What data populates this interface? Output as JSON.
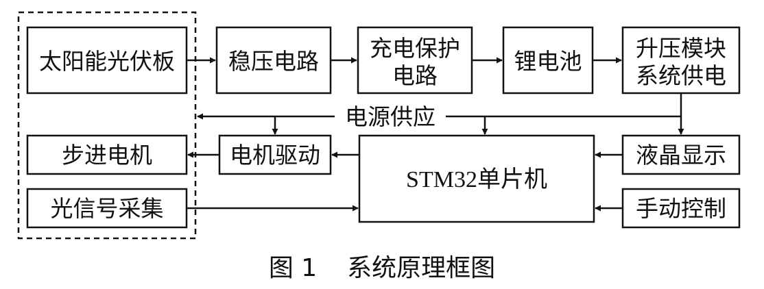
{
  "blocks": {
    "solar_panel": "太阳能光伏板",
    "voltage_regulator": "稳压电路",
    "charge_protection": [
      "充电保护",
      "电路"
    ],
    "lithium_battery": "锂电池",
    "boost_module": [
      "升压模块",
      "系统供电"
    ],
    "stepper_motor": "步进电机",
    "motor_driver": "电机驱动",
    "mcu": "STM32单片机",
    "lcd_display": "液晶显示",
    "light_sampling": "光信号采集",
    "manual_control": "手动控制"
  },
  "bus_label": "电源供应",
  "caption": {
    "number": "图 1",
    "title": "系统原理框图"
  }
}
